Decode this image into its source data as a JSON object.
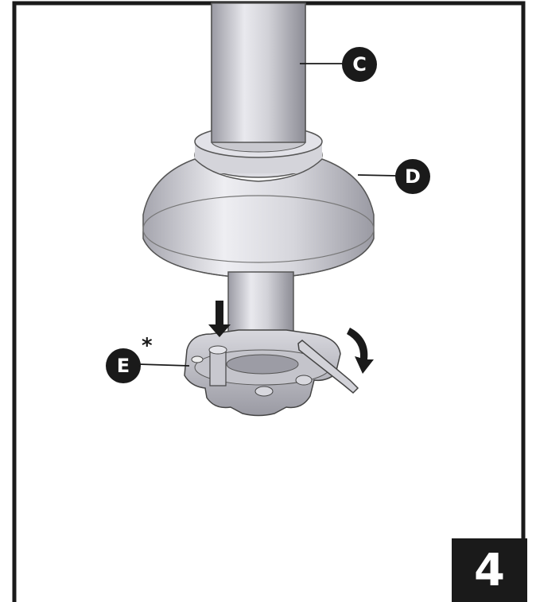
{
  "callouts": {
    "c": "C",
    "d": "D",
    "e": "E",
    "e_mark": "*"
  },
  "step_number": "4",
  "colors": {
    "frame": "#1a1a1a",
    "metal_light": "#e8e8ec",
    "metal_mid": "#bcbcc4",
    "metal_dark": "#8e8e98"
  },
  "icons": {
    "push_down": "arrow-down-icon",
    "rotate": "rotate-clockwise-icon"
  }
}
